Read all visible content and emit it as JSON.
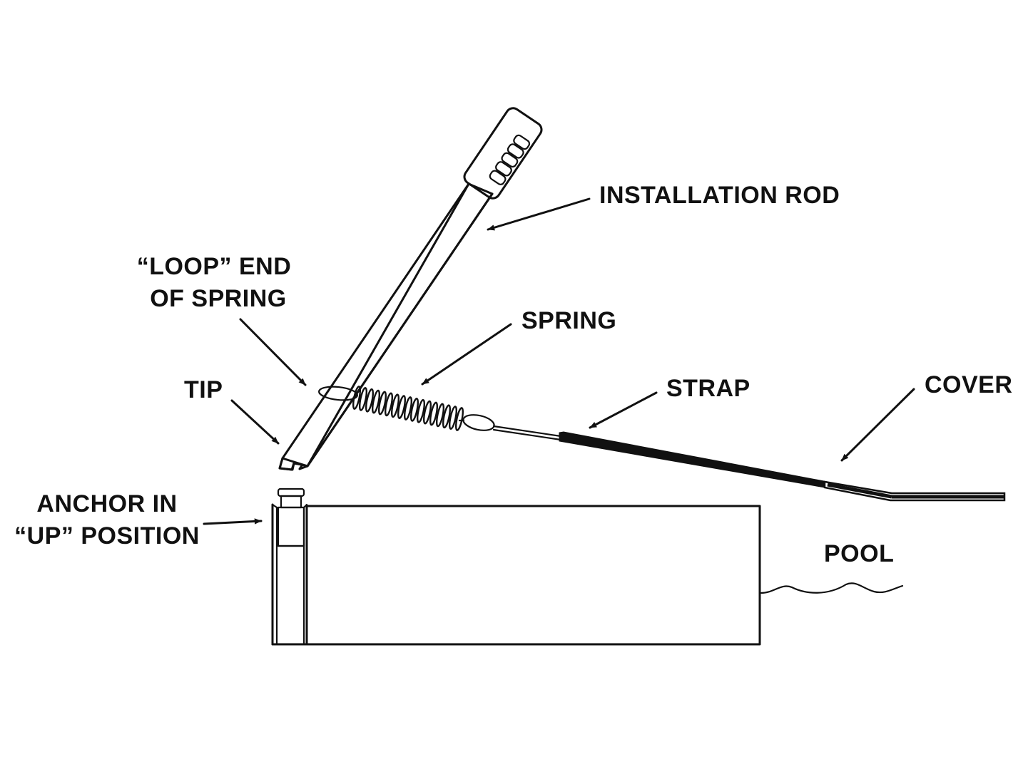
{
  "labels": {
    "installation_rod": "INSTALLATION ROD",
    "loop_end_line1": "“LOOP” END",
    "loop_end_line2": "OF SPRING",
    "spring": "SPRING",
    "tip": "TIP",
    "strap": "STRAP",
    "cover": "COVER",
    "anchor_line1": "ANCHOR IN",
    "anchor_line2": "“UP” POSITION",
    "pool": "POOL"
  },
  "colors": {
    "ink": "#111111",
    "background": "#ffffff"
  }
}
